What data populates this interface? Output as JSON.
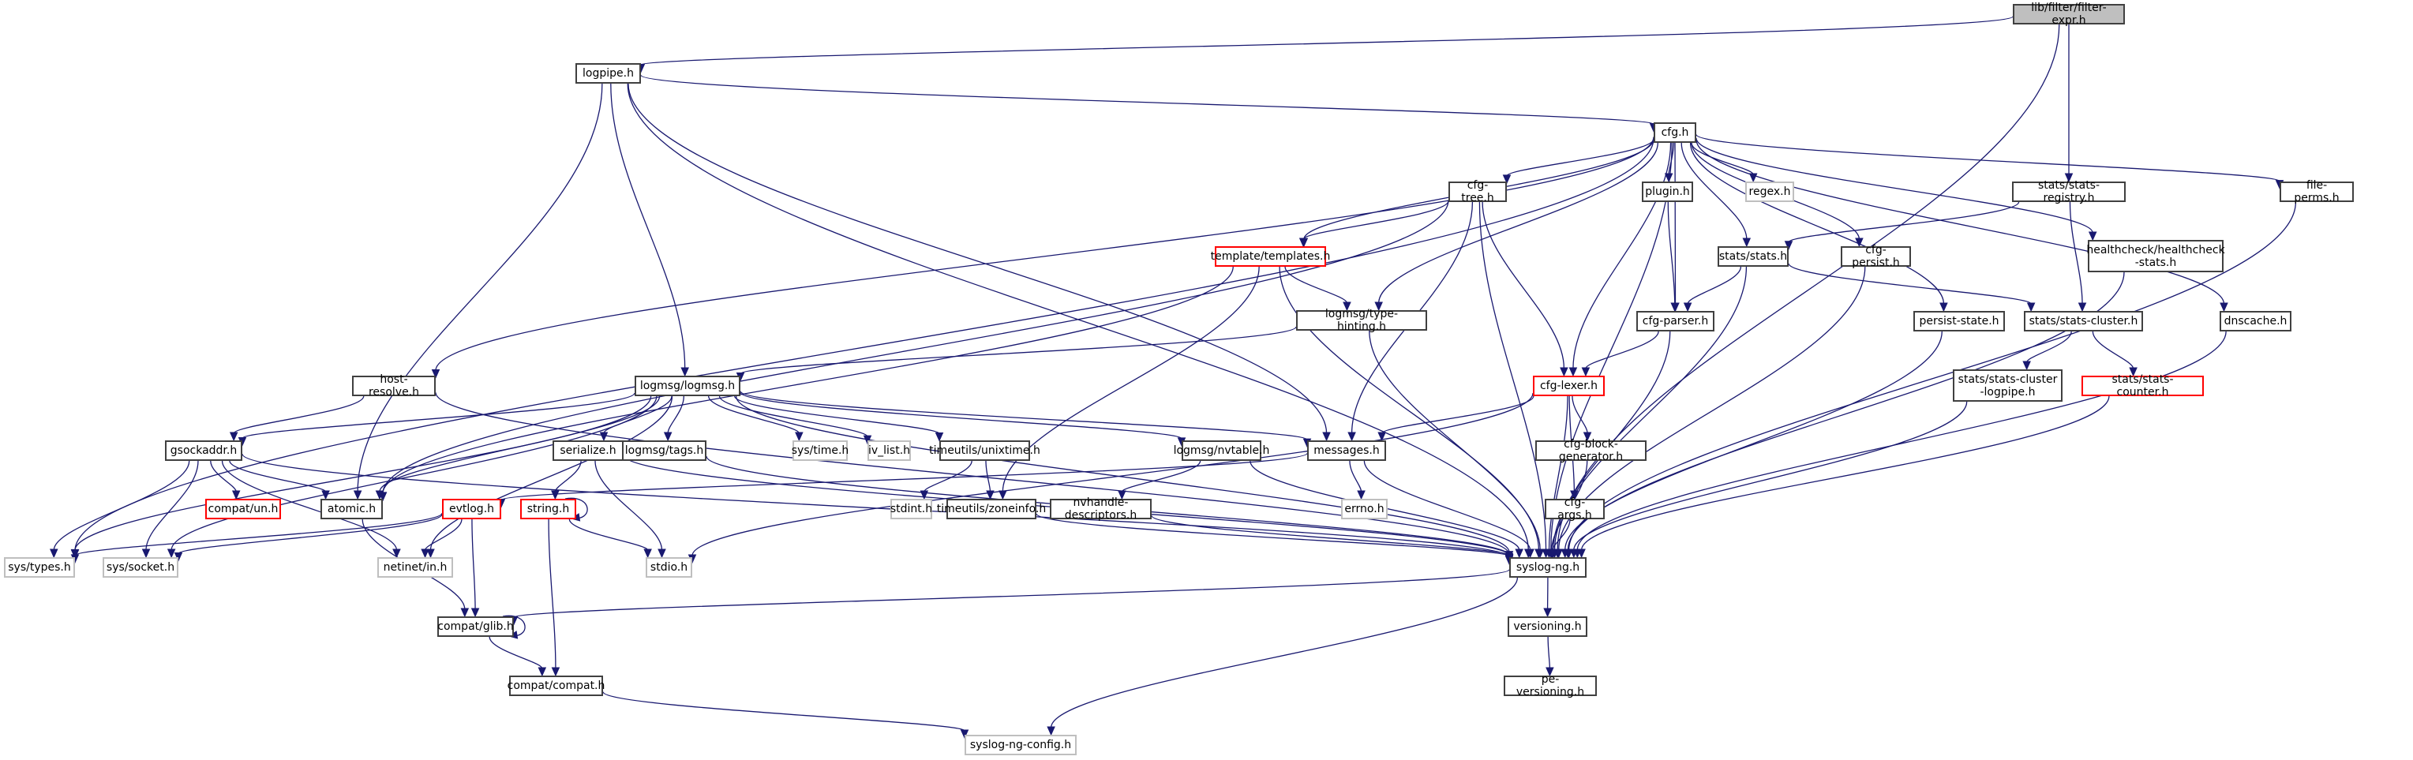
{
  "graph": {
    "title": "lib/filter/filter-expr.h",
    "colors": {
      "edge": "#191970",
      "root_fill": "#bfbfbf",
      "documented_border": "#404040",
      "truncated_border": "#ff0000",
      "undocumented_border": "#bfbfbf"
    },
    "nodes": [
      {
        "id": "root",
        "label": "lib/filter/filter-expr.h",
        "kind": "root"
      },
      {
        "id": "logpipe",
        "label": "logpipe.h",
        "kind": "normal"
      },
      {
        "id": "cfg",
        "label": "cfg.h",
        "kind": "normal"
      },
      {
        "id": "stats_registry",
        "label": "stats/stats-registry.h",
        "kind": "normal"
      },
      {
        "id": "cfg_tree",
        "label": "cfg-tree.h",
        "kind": "normal"
      },
      {
        "id": "plugin",
        "label": "plugin.h",
        "kind": "normal"
      },
      {
        "id": "regex",
        "label": "regex.h",
        "kind": "gray"
      },
      {
        "id": "file_perms",
        "label": "file-perms.h",
        "kind": "normal"
      },
      {
        "id": "templates",
        "label": "template/templates.h",
        "kind": "red"
      },
      {
        "id": "stats",
        "label": "stats/stats.h",
        "kind": "normal"
      },
      {
        "id": "cfg_persist",
        "label": "cfg-persist.h",
        "kind": "normal"
      },
      {
        "id": "healthcheck",
        "label": "healthcheck/healthcheck\n-stats.h",
        "kind": "normal"
      },
      {
        "id": "type_hinting",
        "label": "logmsg/type-hinting.h",
        "kind": "normal"
      },
      {
        "id": "cfg_parser",
        "label": "cfg-parser.h",
        "kind": "normal"
      },
      {
        "id": "persist_state",
        "label": "persist-state.h",
        "kind": "normal"
      },
      {
        "id": "stats_cluster",
        "label": "stats/stats-cluster.h",
        "kind": "normal"
      },
      {
        "id": "dnscache",
        "label": "dnscache.h",
        "kind": "normal"
      },
      {
        "id": "host_resolve",
        "label": "host-resolve.h",
        "kind": "normal"
      },
      {
        "id": "logmsg",
        "label": "logmsg/logmsg.h",
        "kind": "normal"
      },
      {
        "id": "cfg_lexer",
        "label": "cfg-lexer.h",
        "kind": "red"
      },
      {
        "id": "stats_cluster_logpipe",
        "label": "stats/stats-cluster\n-logpipe.h",
        "kind": "normal"
      },
      {
        "id": "stats_counter",
        "label": "stats/stats-counter.h",
        "kind": "red"
      },
      {
        "id": "gsockaddr",
        "label": "gsockaddr.h",
        "kind": "normal"
      },
      {
        "id": "serialize",
        "label": "serialize.h",
        "kind": "normal"
      },
      {
        "id": "tags",
        "label": "logmsg/tags.h",
        "kind": "normal"
      },
      {
        "id": "sys_time",
        "label": "sys/time.h",
        "kind": "gray"
      },
      {
        "id": "iv_list",
        "label": "iv_list.h",
        "kind": "gray"
      },
      {
        "id": "unixtime",
        "label": "timeutils/unixtime.h",
        "kind": "normal"
      },
      {
        "id": "nvtable",
        "label": "logmsg/nvtable.h",
        "kind": "normal"
      },
      {
        "id": "messages",
        "label": "messages.h",
        "kind": "normal"
      },
      {
        "id": "cfg_block_gen",
        "label": "cfg-block-generator.h",
        "kind": "normal"
      },
      {
        "id": "compat_un",
        "label": "compat/un.h",
        "kind": "red"
      },
      {
        "id": "atomic",
        "label": "atomic.h",
        "kind": "normal"
      },
      {
        "id": "evtlog",
        "label": "evtlog.h",
        "kind": "red"
      },
      {
        "id": "string",
        "label": "string.h",
        "kind": "red"
      },
      {
        "id": "stdint",
        "label": "stdint.h",
        "kind": "gray"
      },
      {
        "id": "zoneinfo",
        "label": "timeutils/zoneinfo.h",
        "kind": "normal"
      },
      {
        "id": "nvhandle",
        "label": "nvhandle-descriptors.h",
        "kind": "normal"
      },
      {
        "id": "errno",
        "label": "errno.h",
        "kind": "gray"
      },
      {
        "id": "cfg_args",
        "label": "cfg-args.h",
        "kind": "normal"
      },
      {
        "id": "sys_types",
        "label": "sys/types.h",
        "kind": "gray"
      },
      {
        "id": "sys_socket",
        "label": "sys/socket.h",
        "kind": "gray"
      },
      {
        "id": "netinet_in",
        "label": "netinet/in.h",
        "kind": "gray"
      },
      {
        "id": "stdio",
        "label": "stdio.h",
        "kind": "gray"
      },
      {
        "id": "syslog_ng",
        "label": "syslog-ng.h",
        "kind": "normal"
      },
      {
        "id": "compat_glib",
        "label": "compat/glib.h",
        "kind": "normal"
      },
      {
        "id": "versioning",
        "label": "versioning.h",
        "kind": "normal"
      },
      {
        "id": "compat_compat",
        "label": "compat/compat.h",
        "kind": "normal"
      },
      {
        "id": "pe_versioning",
        "label": "pe-versioning.h",
        "kind": "normal"
      },
      {
        "id": "syslog_ng_config",
        "label": "syslog-ng-config.h",
        "kind": "gray"
      }
    ],
    "edges": [
      [
        "root",
        "logpipe"
      ],
      [
        "root",
        "stats_registry"
      ],
      [
        "root",
        "syslog_ng"
      ],
      [
        "logpipe",
        "cfg"
      ],
      [
        "logpipe",
        "logmsg"
      ],
      [
        "logpipe",
        "messages"
      ],
      [
        "logpipe",
        "atomic"
      ],
      [
        "logpipe",
        "syslog_ng"
      ],
      [
        "cfg",
        "cfg_tree"
      ],
      [
        "cfg",
        "plugin"
      ],
      [
        "cfg",
        "regex"
      ],
      [
        "cfg",
        "file_perms"
      ],
      [
        "cfg",
        "templates"
      ],
      [
        "cfg",
        "stats"
      ],
      [
        "cfg",
        "cfg_persist"
      ],
      [
        "cfg",
        "healthcheck"
      ],
      [
        "cfg",
        "type_hinting"
      ],
      [
        "cfg",
        "cfg_parser"
      ],
      [
        "cfg",
        "persist_state"
      ],
      [
        "cfg",
        "dnscache"
      ],
      [
        "cfg",
        "host_resolve"
      ],
      [
        "cfg",
        "cfg_lexer"
      ],
      [
        "cfg",
        "sys_types"
      ],
      [
        "cfg",
        "syslog_ng"
      ],
      [
        "stats_registry",
        "stats"
      ],
      [
        "stats_registry",
        "stats_cluster"
      ],
      [
        "cfg_tree",
        "templates"
      ],
      [
        "cfg_tree",
        "cfg_lexer"
      ],
      [
        "cfg_tree",
        "messages"
      ],
      [
        "cfg_tree",
        "atomic"
      ],
      [
        "cfg_tree",
        "syslog_ng"
      ],
      [
        "plugin",
        "cfg_parser"
      ],
      [
        "file_perms",
        "syslog_ng"
      ],
      [
        "templates",
        "type_hinting"
      ],
      [
        "templates",
        "zoneinfo"
      ],
      [
        "templates",
        "atomic"
      ],
      [
        "templates",
        "syslog_ng"
      ],
      [
        "stats",
        "cfg_parser"
      ],
      [
        "stats",
        "stats_cluster"
      ],
      [
        "stats",
        "syslog_ng"
      ],
      [
        "cfg_persist",
        "syslog_ng"
      ],
      [
        "healthcheck",
        "syslog_ng"
      ],
      [
        "type_hinting",
        "logmsg"
      ],
      [
        "type_hinting",
        "syslog_ng"
      ],
      [
        "cfg_parser",
        "cfg_lexer"
      ],
      [
        "cfg_parser",
        "syslog_ng"
      ],
      [
        "persist_state",
        "syslog_ng"
      ],
      [
        "stats_cluster",
        "stats_cluster_logpipe"
      ],
      [
        "stats_cluster",
        "stats_counter"
      ],
      [
        "dnscache",
        "syslog_ng"
      ],
      [
        "host_resolve",
        "gsockaddr"
      ],
      [
        "host_resolve",
        "syslog_ng"
      ],
      [
        "logmsg",
        "gsockaddr"
      ],
      [
        "logmsg",
        "serialize"
      ],
      [
        "logmsg",
        "tags"
      ],
      [
        "logmsg",
        "sys_time"
      ],
      [
        "logmsg",
        "iv_list"
      ],
      [
        "logmsg",
        "unixtime"
      ],
      [
        "logmsg",
        "nvtable"
      ],
      [
        "logmsg",
        "messages"
      ],
      [
        "logmsg",
        "atomic"
      ],
      [
        "logmsg",
        "sys_types"
      ],
      [
        "logmsg",
        "sys_socket"
      ],
      [
        "logmsg",
        "netinet_in"
      ],
      [
        "logmsg",
        "syslog_ng"
      ],
      [
        "cfg_lexer",
        "messages"
      ],
      [
        "cfg_lexer",
        "cfg_block_gen"
      ],
      [
        "cfg_lexer",
        "cfg_args"
      ],
      [
        "cfg_lexer",
        "stdio"
      ],
      [
        "cfg_lexer",
        "syslog_ng"
      ],
      [
        "stats_cluster_logpipe",
        "syslog_ng"
      ],
      [
        "stats_counter",
        "syslog_ng"
      ],
      [
        "gsockaddr",
        "compat_un"
      ],
      [
        "gsockaddr",
        "atomic"
      ],
      [
        "gsockaddr",
        "sys_types"
      ],
      [
        "gsockaddr",
        "sys_socket"
      ],
      [
        "gsockaddr",
        "netinet_in"
      ],
      [
        "gsockaddr",
        "syslog_ng"
      ],
      [
        "serialize",
        "string"
      ],
      [
        "serialize",
        "stdio"
      ],
      [
        "serialize",
        "syslog_ng"
      ],
      [
        "tags",
        "syslog_ng"
      ],
      [
        "unixtime",
        "stdint"
      ],
      [
        "unixtime",
        "zoneinfo"
      ],
      [
        "nvtable",
        "nvhandle"
      ],
      [
        "nvtable",
        "syslog_ng"
      ],
      [
        "messages",
        "evtlog"
      ],
      [
        "messages",
        "errno"
      ],
      [
        "messages",
        "syslog_ng"
      ],
      [
        "cfg_block_gen",
        "syslog_ng"
      ],
      [
        "atomic",
        "compat_glib"
      ],
      [
        "evtlog",
        "sys_types"
      ],
      [
        "evtlog",
        "sys_socket"
      ],
      [
        "evtlog",
        "netinet_in"
      ],
      [
        "evtlog",
        "compat_glib"
      ],
      [
        "string",
        "string"
      ],
      [
        "string",
        "stdio"
      ],
      [
        "string",
        "compat_compat"
      ],
      [
        "zoneinfo",
        "syslog_ng"
      ],
      [
        "nvhandle",
        "syslog_ng"
      ],
      [
        "cfg_args",
        "syslog_ng"
      ],
      [
        "syslog_ng",
        "compat_glib"
      ],
      [
        "syslog_ng",
        "versioning"
      ],
      [
        "syslog_ng",
        "syslog_ng_config"
      ],
      [
        "compat_glib",
        "compat_glib"
      ],
      [
        "compat_glib",
        "compat_compat"
      ],
      [
        "versioning",
        "pe_versioning"
      ],
      [
        "compat_compat",
        "syslog_ng_config"
      ]
    ]
  }
}
